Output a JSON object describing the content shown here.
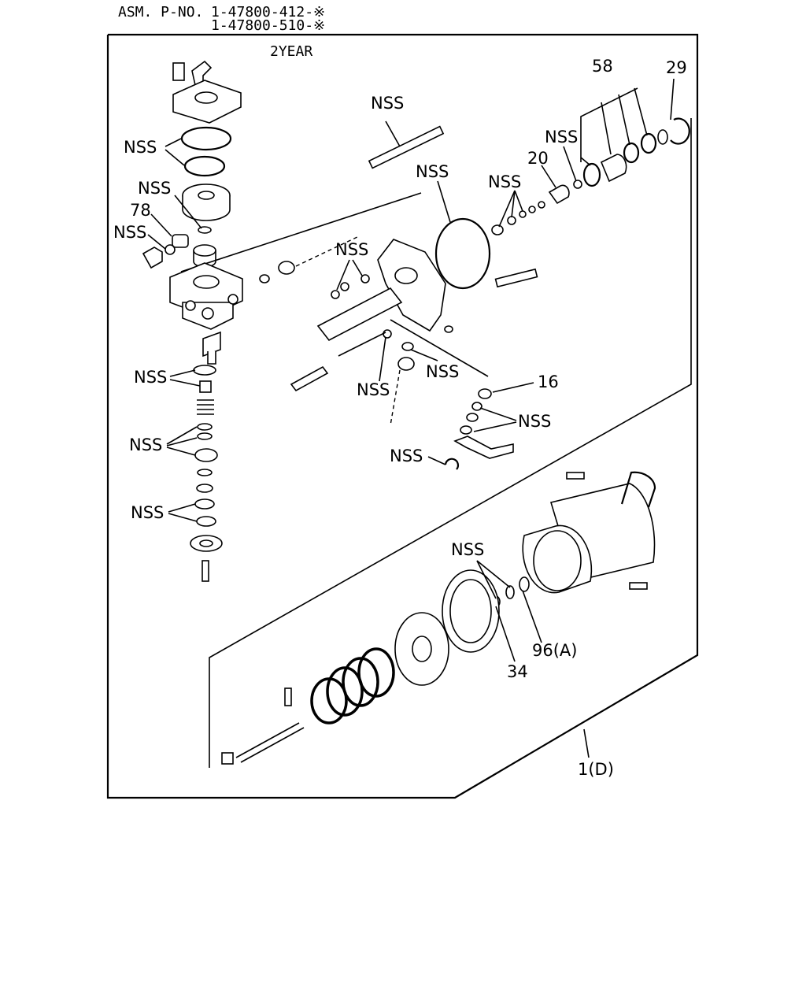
{
  "header": {
    "asm_prefix": "ASM. P-NO.",
    "part_number_1": "1-47800-412-※",
    "part_number_2": "1-47800-510-※"
  },
  "warranty_label": "2YEAR",
  "callouts": {
    "nss": "NSS",
    "n58": "58",
    "n29": "29",
    "n20": "20",
    "n78": "78",
    "n16": "16",
    "n34": "34",
    "n96a": "96(A)",
    "n1d": "1(D)"
  }
}
